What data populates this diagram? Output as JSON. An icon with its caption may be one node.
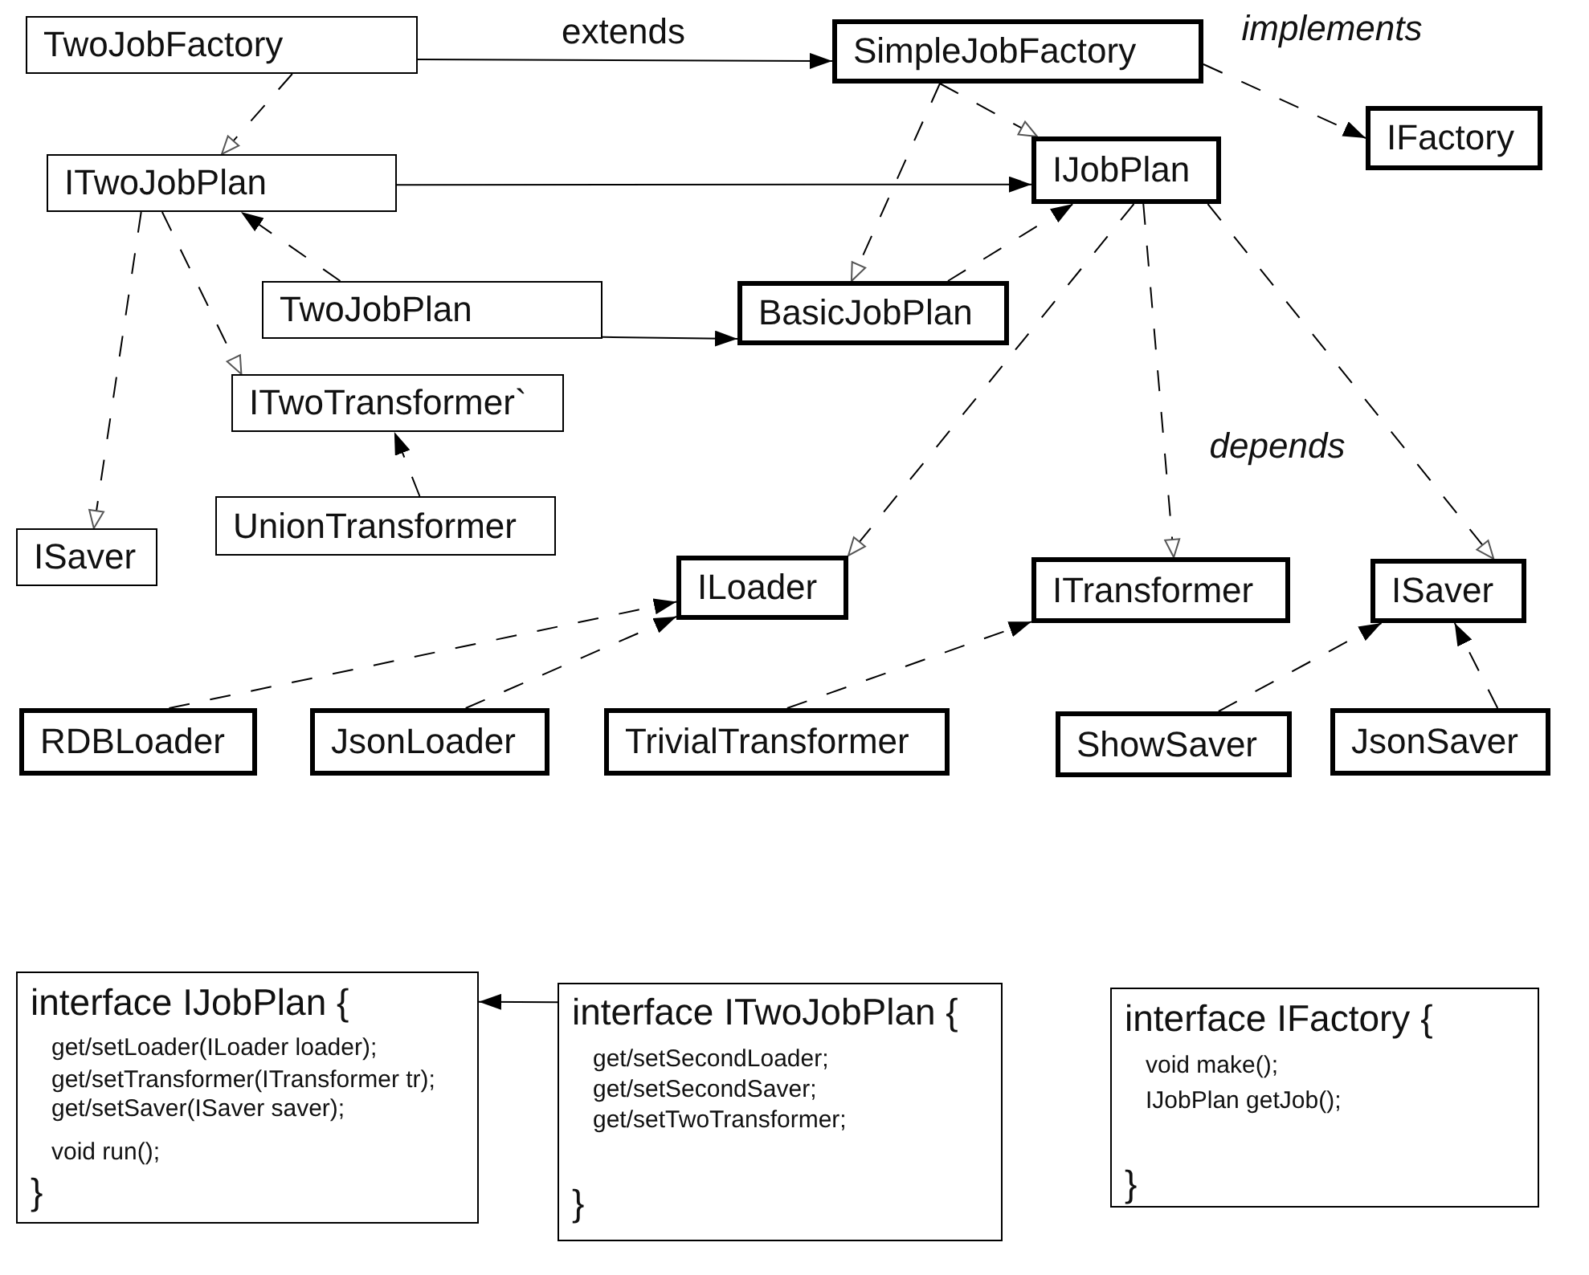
{
  "diagram": {
    "nodes": [
      {
        "text": [
          "TwoJobFactory"
        ]
      },
      {
        "text": [
          "SimpleJobFactory"
        ]
      },
      {
        "text": [
          "IFactory"
        ]
      },
      {
        "text": [
          "ITwoJobPlan"
        ]
      },
      {
        "text": [
          "IJobPlan"
        ]
      },
      {
        "text": [
          "TwoJobPlan"
        ]
      },
      {
        "text": [
          "BasicJobPlan"
        ]
      },
      {
        "text": [
          "ITwoTransformer`"
        ]
      },
      {
        "text": [
          "ISaver"
        ]
      },
      {
        "text": [
          "UnionTransformer"
        ]
      },
      {
        "text": [
          "ILoader"
        ]
      },
      {
        "text": [
          "ITransformer"
        ]
      },
      {
        "text": [
          "ISaver"
        ]
      },
      {
        "text": [
          "RDBLoader"
        ]
      },
      {
        "text": [
          "JsonLoader"
        ]
      },
      {
        "text": [
          "TrivialTransformer"
        ]
      },
      {
        "text": [
          "ShowSaver"
        ]
      },
      {
        "text": [
          "JsonSaver"
        ]
      },
      {
        "text": [
          "interface IJobPlan {",
          "get/setLoader(ILoader loader);",
          "get/setTransformer(ITransformer tr);",
          "get/setSaver(ISaver saver);",
          "void run();",
          "}"
        ]
      },
      {
        "text": [
          "interface ITwoJobPlan {",
          "get/setSecondLoader;",
          "get/setSecondSaver;",
          "get/setTwoTransformer;",
          "}"
        ]
      },
      {
        "text": [
          "interface IFactory {",
          "void make();",
          "IJobPlan getJob();",
          "}"
        ]
      }
    ],
    "edges": [
      {
        "from": 0,
        "to": 1,
        "arrow": "to",
        "label": "extends"
      },
      {
        "from": 0,
        "to": 3,
        "arrow": "to",
        "style": "dashed"
      },
      {
        "from": 1,
        "to": 2,
        "arrow": "to",
        "label": "implements",
        "style": "dashed"
      },
      {
        "from": 1,
        "to": 4,
        "arrow": "to",
        "style": "dashed"
      },
      {
        "from": 1,
        "to": 6,
        "arrow": "to",
        "style": "dashed"
      },
      {
        "from": 3,
        "to": 4,
        "arrow": "to"
      },
      {
        "from": 5,
        "to": 3,
        "arrow": "to",
        "style": "dashed"
      },
      {
        "from": 5,
        "to": 6,
        "arrow": "to"
      },
      {
        "from": 6,
        "to": 4,
        "arrow": "to",
        "style": "dashed"
      },
      {
        "from": 3,
        "to": 8,
        "arrow": "to",
        "style": "dashed"
      },
      {
        "from": 3,
        "to": 7,
        "arrow": "to",
        "style": "dashed"
      },
      {
        "from": 9,
        "to": 7,
        "arrow": "to",
        "style": "dashed"
      },
      {
        "from": 4,
        "to": 10,
        "arrow": "to",
        "style": "dashed"
      },
      {
        "from": 4,
        "to": 11,
        "arrow": "to",
        "style": "dashed"
      },
      {
        "from": 4,
        "to": 12,
        "arrow": "to",
        "style": "dashed"
      },
      {
        "from": 13,
        "to": 10,
        "arrow": "to",
        "style": "dashed"
      },
      {
        "from": 14,
        "to": 10,
        "arrow": "to",
        "style": "dashed"
      },
      {
        "from": 15,
        "to": 11,
        "arrow": "to",
        "style": "dashed"
      },
      {
        "from": 16,
        "to": 12,
        "arrow": "to",
        "style": "dashed"
      },
      {
        "from": 17,
        "to": 12,
        "arrow": "to",
        "style": "dashed"
      },
      {
        "from": 19,
        "to": 18,
        "arrow": "to"
      }
    ],
    "labels": [
      "depends"
    ]
  }
}
